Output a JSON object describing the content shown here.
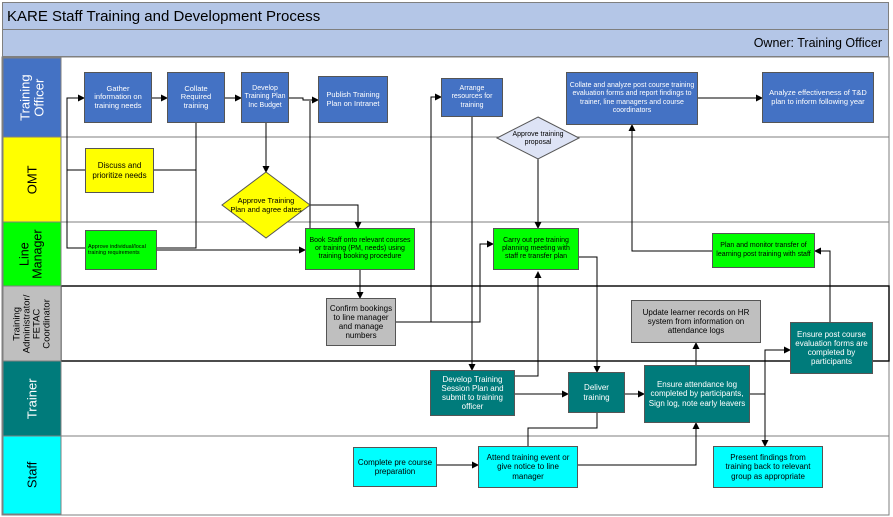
{
  "title": "KARE Staff Training and Development Process",
  "owner": "Owner:  Training Officer",
  "lanes": [
    {
      "label": "Training\nOfficer",
      "color": "#4472c4",
      "text_color": "#ffffff"
    },
    {
      "label": "OMT",
      "color": "#ffff00",
      "text_color": "#000000"
    },
    {
      "label": "Line\nManager",
      "color": "#00ff00",
      "text_color": "#000000"
    },
    {
      "label": "Training\nAdministrator/\nFETAC\nCoordinator",
      "color": "#bfbfbf",
      "text_color": "#000000"
    },
    {
      "label": "Trainer",
      "color": "#007b7b",
      "text_color": "#ffffff"
    },
    {
      "label": "Staff",
      "color": "#00ffff",
      "text_color": "#000000"
    }
  ],
  "steps": {
    "gather": "Gather information on training needs",
    "collate": "Collate Required training",
    "develop_plan": "Develop Training Plan Inc Budget",
    "publish": "Publish Training Plan on Intranet",
    "arrange": "Arrange resources for training",
    "collate_analyze": "Collate and analyze post course training evaluation forms and report findings to trainer, line managers and course coordinators",
    "analyze_effect": "Analyze effectiveness of T&D plan to inform following year",
    "approve_proposal": "Approve training proposal",
    "discuss": "Discuss and prioritize needs",
    "approve_plan": "Approve Training Plan and agree dates",
    "approve_lm": "Approve individual/local training requirements",
    "book_staff": "Book Staff onto relevant courses or training (PM, needs) using training booking procedure",
    "carry_out": "Carry out pre training planning meeting with staff re transfer plan",
    "plan_monitor": "Plan and monitor transfer of learning post training with staff",
    "confirm": "Confirm bookings to line manager and manage numbers",
    "update": "Update learner records on HR system from information on attendance logs",
    "ensure_post": "Ensure post course evaluation forms are completed by participants",
    "develop_session": "Develop Training Session Plan and submit to training officer",
    "deliver": "Deliver training",
    "ensure_attend": "Ensure attendance log completed by participants, Sign log, note early leavers",
    "complete_pre": "Complete pre course preparation",
    "attend": "Attend training event or give notice to line manager",
    "present": "Present findings from training back to relevant group as appropriate"
  }
}
